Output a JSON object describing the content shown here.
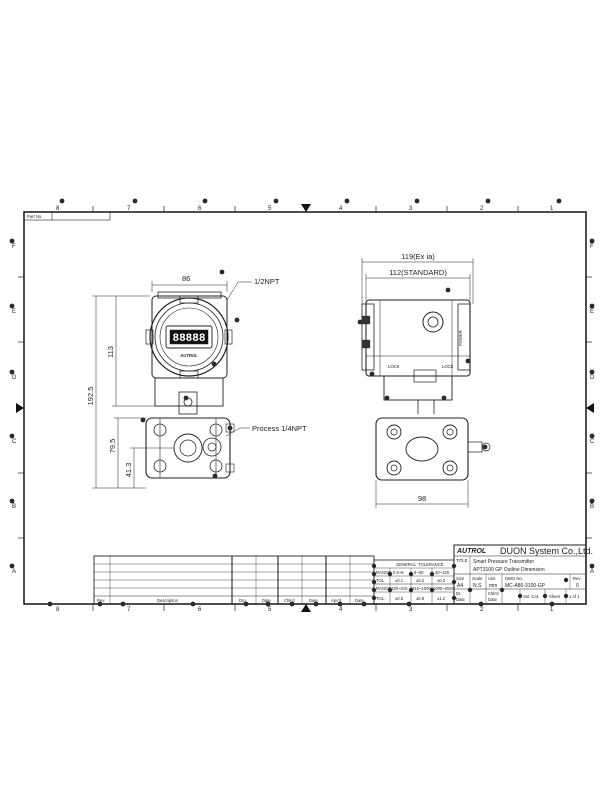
{
  "border": {
    "cols_top": [
      "8",
      "7",
      "6",
      "5",
      "4",
      "3",
      "2",
      "1"
    ],
    "cols_bottom": [
      "8",
      "7",
      "6",
      "5",
      "4",
      "3",
      "2",
      "1"
    ],
    "rows_left": [
      "F",
      "E",
      "D",
      "C",
      "B",
      "A"
    ],
    "rows_right": [
      "F",
      "E",
      "D",
      "C",
      "B",
      "A"
    ],
    "part_no_label": "Part No."
  },
  "front_view": {
    "width_dim": "86",
    "port_top": "1/2NPT",
    "process_port": "Process 1/4NPT",
    "height_total": "192.5",
    "height_head": "113",
    "height_flange": "79.5",
    "height_port": "41.3",
    "lcd_digits": "88888",
    "brand_on_head": "AUTROL"
  },
  "side_view": {
    "width_ex": "119(Ex ia)",
    "width_std": "112(STANDARD)",
    "width_flange": "98",
    "lock_left": "LOCK",
    "lock_right": "LOCK",
    "terminal_mark": "POWER"
  },
  "title_block": {
    "company_logo": "AUTROL",
    "company": "DUON System Co.,Ltd.",
    "title_label": "TITLE",
    "title_line1": "Smart Pressure Transmitter",
    "title_line2": "APT3100 GP Outline Dimension",
    "tol_header": [
      "GENERAL",
      "TOLERANCE"
    ],
    "tol_range1": [
      "RANGE",
      "0.5~6",
      "6~30",
      "30~120"
    ],
    "tol_val1": [
      "TOL.",
      "±0.1",
      "±0.2",
      "±0.3"
    ],
    "tol_range2": [
      "RANGE",
      "120~315",
      "315~1000",
      "1000~2000"
    ],
    "tol_val2": [
      "TOL.",
      "±0.5",
      "±0.8",
      "±1.2"
    ],
    "size_label": "Size",
    "size_value": "A4",
    "scale_label": "Scale",
    "scale_value": "N.S",
    "unit_label": "Unit",
    "unit_value": "mm",
    "dwg_label": "DWG No.",
    "dwg_value": "MC-A80-3100-GP",
    "rev_label": "Rev",
    "rev_value": "0",
    "dr_label": "Dr.",
    "date_label": "Date",
    "chkd_label": "Chk'd",
    "date2_label": "Date",
    "sh_label": "Sheet",
    "sh_value": "1 of 1",
    "proj_label": "Sol. Cat.",
    "rev_col": "Rev.",
    "desc_col": "Description",
    "drg_col": "Drg",
    "date_col": "Date",
    "chkd_col": "Chk'd",
    "date_col2": "Date",
    "apvd_col": "Apv'd",
    "date_col3": "Date"
  }
}
